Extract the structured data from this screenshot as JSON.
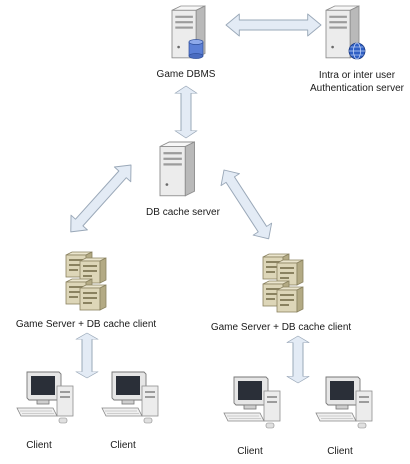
{
  "nodes": {
    "game_dbms": {
      "label": "Game DBMS"
    },
    "auth_server": {
      "label_lines": [
        "Intra or inter user",
        "Authentication server"
      ]
    },
    "db_cache": {
      "label": "DB cache server"
    },
    "game_server_left": {
      "label": "Game Server + DB cache client"
    },
    "game_server_right": {
      "label": "Game Server + DB cache client"
    },
    "clients": [
      {
        "label": "Client"
      },
      {
        "label": "Client"
      },
      {
        "label": "Client"
      },
      {
        "label": "Client"
      }
    ]
  },
  "icons": {
    "database": "database-server-icon",
    "auth": "authentication-server-icon",
    "cache": "server-tower-icon",
    "game_server": "server-rack-icon",
    "client": "desktop-computer-icon",
    "arrow": "double-arrow-icon"
  },
  "colors": {
    "arrow_fill": "#e3ebf5",
    "arrow_stroke": "#9aa8b8",
    "globe": "#2f5fc4",
    "db_cylinder": "#5b7fd6"
  }
}
